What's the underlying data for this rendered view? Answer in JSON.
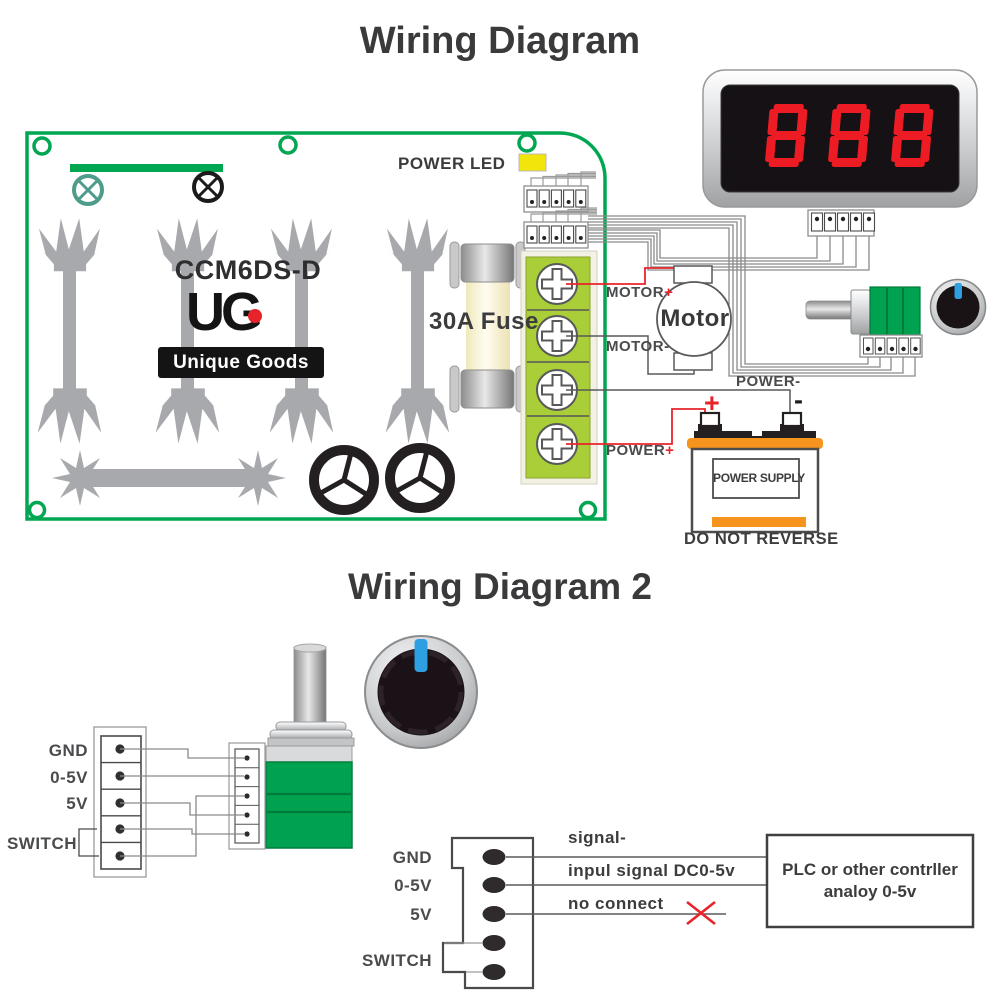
{
  "titles": {
    "diagram1": "Wiring Diagram",
    "diagram2": "Wiring Diagram 2"
  },
  "board": {
    "model": "CCM6DS-D",
    "brand": "UG",
    "brand_sub": "Unique Goods",
    "power_led": "POWER  LED",
    "fuse": "30A Fuse"
  },
  "display": {
    "value": "888"
  },
  "motor": {
    "label": "Motor"
  },
  "wiring1": {
    "motor_plus": {
      "text": "MOTOR",
      "sign": "+"
    },
    "motor_minus": {
      "text": "MOTOR",
      "sign": "-"
    },
    "power_minus": {
      "text": "POWER",
      "sign": "-"
    },
    "power_plus": {
      "text": "POWER",
      "sign": "+"
    }
  },
  "battery": {
    "plus": "+",
    "minus": "-",
    "label": "POWER SUPPLY",
    "warning": "DO NOT REVERSE"
  },
  "d2": {
    "left_labels": [
      "GND",
      "0-5V",
      "5V",
      "SWITCH"
    ],
    "bottom_labels": [
      "GND",
      "0-5V",
      "5V",
      "SWITCH"
    ],
    "wire_labels": [
      "signal-",
      "inpul signal DC0-5v",
      "no connect"
    ],
    "plc": [
      "PLC or other contrller",
      "analoy 0-5v"
    ]
  },
  "colors": {
    "board_green": "#00A651",
    "terminal_green": "#A9CE38",
    "pot_green": "#00A14F",
    "heatsink_gray": "#A7A9AC",
    "wire_red": "#E8242B",
    "digit_red": "#ED1C24",
    "orange": "#F7941E",
    "knob_blue": "#2E9FE0",
    "led_yellow": "#F2E50B"
  }
}
